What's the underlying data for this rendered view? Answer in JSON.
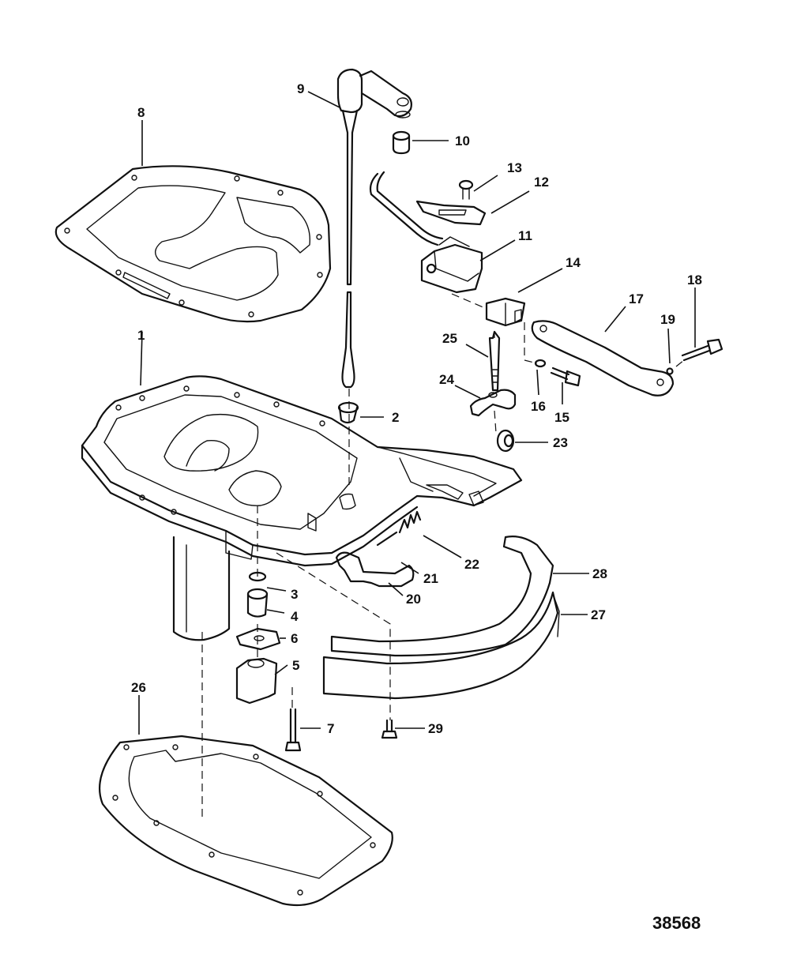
{
  "diagram": {
    "drawing_number": "38568",
    "callouts": {
      "c1": "1",
      "c2": "2",
      "c3": "3",
      "c4": "4",
      "c5": "5",
      "c6": "6",
      "c7": "7",
      "c8": "8",
      "c9": "9",
      "c10": "10",
      "c11": "11",
      "c12": "12",
      "c13": "13",
      "c14": "14",
      "c15": "15",
      "c16": "16",
      "c17": "17",
      "c18": "18",
      "c19": "19",
      "c20": "20",
      "c21": "21",
      "c22": "22",
      "c23": "23",
      "c24": "24",
      "c25": "25",
      "c26": "26",
      "c27": "27",
      "c28": "28",
      "c29": "29"
    }
  }
}
